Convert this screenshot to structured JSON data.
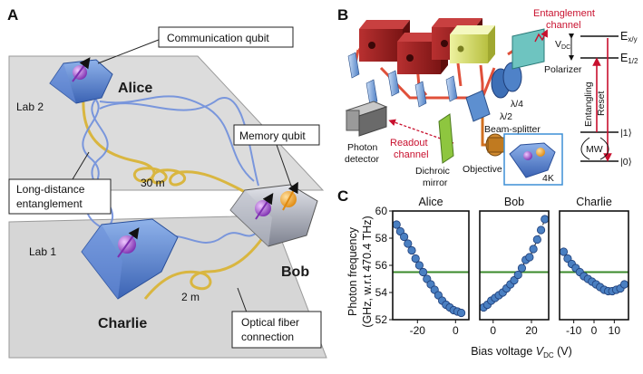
{
  "panels": {
    "a": "A",
    "b": "B",
    "c": "C"
  },
  "panel_a": {
    "labs": {
      "lab1": "Lab 1",
      "lab2": "Lab 2"
    },
    "nodes": {
      "alice": "Alice",
      "bob": "Bob",
      "charlie": "Charlie"
    },
    "distances": {
      "long": "30 m",
      "short": "2 m"
    },
    "callouts": {
      "communication": "Communication qubit",
      "memory": "Memory qubit",
      "entanglement_l1": "Long-distance",
      "entanglement_l2": "entanglement",
      "fiber_l1": "Optical fiber",
      "fiber_l2": "connection"
    }
  },
  "panel_b": {
    "entanglement_channel_l1": "Entanglement",
    "entanglement_channel_l2": "channel",
    "polarizer": "Polarizer",
    "lambda4": "λ/4",
    "lambda2": "λ/2",
    "beam_splitter": "Beam-splitter",
    "photon_detector_l1": "Photon",
    "photon_detector_l2": "detector",
    "readout_l1": "Readout",
    "readout_l2": "channel",
    "dichroic_l1": "Dichroic",
    "dichroic_l2": "mirror",
    "objective": "Objective",
    "temperature": "4K",
    "levels": {
      "exy": "E",
      "exy_sub": "x/y",
      "e12": "E",
      "e12_sub": "1/2",
      "vdc": "V",
      "vdc_sub": "DC",
      "entangling": "Entangling",
      "reset": "Reset",
      "ket1": "|1⟩",
      "ket0": "|0⟩",
      "mw": "MW"
    },
    "colors": {
      "laser_red": "#9e1b1b",
      "laser_yellow": "#d8e06a",
      "beam": "#e0503a"
    }
  },
  "chart_data": {
    "type": "scatter",
    "ylabel_l1": "Photon frequency",
    "ylabel_l2": "(GHz, w.r.t 470.4 THz)",
    "xlabel_prefix": "Bias voltage ",
    "xlabel_var": "V",
    "xlabel_sub": "DC",
    "xlabel_unit": " (V)",
    "reference_frequency": 55.5,
    "reference_color": "#3a8a2a",
    "point_color": "#4a7fc1",
    "ylim": [
      52,
      60
    ],
    "yticks": [
      "52",
      "54",
      "56",
      "58",
      "60"
    ],
    "subplots": [
      {
        "name": "Alice",
        "xlim": [
          -33,
          7
        ],
        "xticks": [
          -20,
          0
        ],
        "x": [
          -31,
          -29,
          -27,
          -25,
          -23,
          -21,
          -19,
          -17,
          -15,
          -13,
          -11,
          -9,
          -7,
          -5,
          -3,
          -1,
          1,
          3
        ],
        "y": [
          59.0,
          58.5,
          58.1,
          57.6,
          57.1,
          56.5,
          56.0,
          55.5,
          55.0,
          54.6,
          54.2,
          53.8,
          53.4,
          53.1,
          52.9,
          52.7,
          52.6,
          52.5
        ]
      },
      {
        "name": "Bob",
        "xlim": [
          -7,
          29
        ],
        "xticks": [
          0,
          20
        ],
        "x": [
          -5,
          -3,
          -1,
          1,
          3,
          5,
          7,
          9,
          11,
          13,
          15,
          17,
          19,
          21,
          23,
          25,
          27
        ],
        "y": [
          52.9,
          53.1,
          53.4,
          53.6,
          53.8,
          54.0,
          54.3,
          54.6,
          54.9,
          55.3,
          55.8,
          56.4,
          56.6,
          57.2,
          57.9,
          58.6,
          59.4
        ]
      },
      {
        "name": "Charlie",
        "xlim": [
          -17,
          17
        ],
        "xticks": [
          -10,
          0,
          10
        ],
        "x": [
          -15,
          -13,
          -11,
          -9,
          -7,
          -5,
          -3,
          -1,
          1,
          3,
          5,
          7,
          9,
          11,
          13,
          15
        ],
        "y": [
          57.0,
          56.5,
          56.1,
          55.8,
          55.5,
          55.2,
          55.0,
          54.8,
          54.6,
          54.4,
          54.2,
          54.1,
          54.1,
          54.2,
          54.3,
          54.6
        ]
      }
    ]
  }
}
